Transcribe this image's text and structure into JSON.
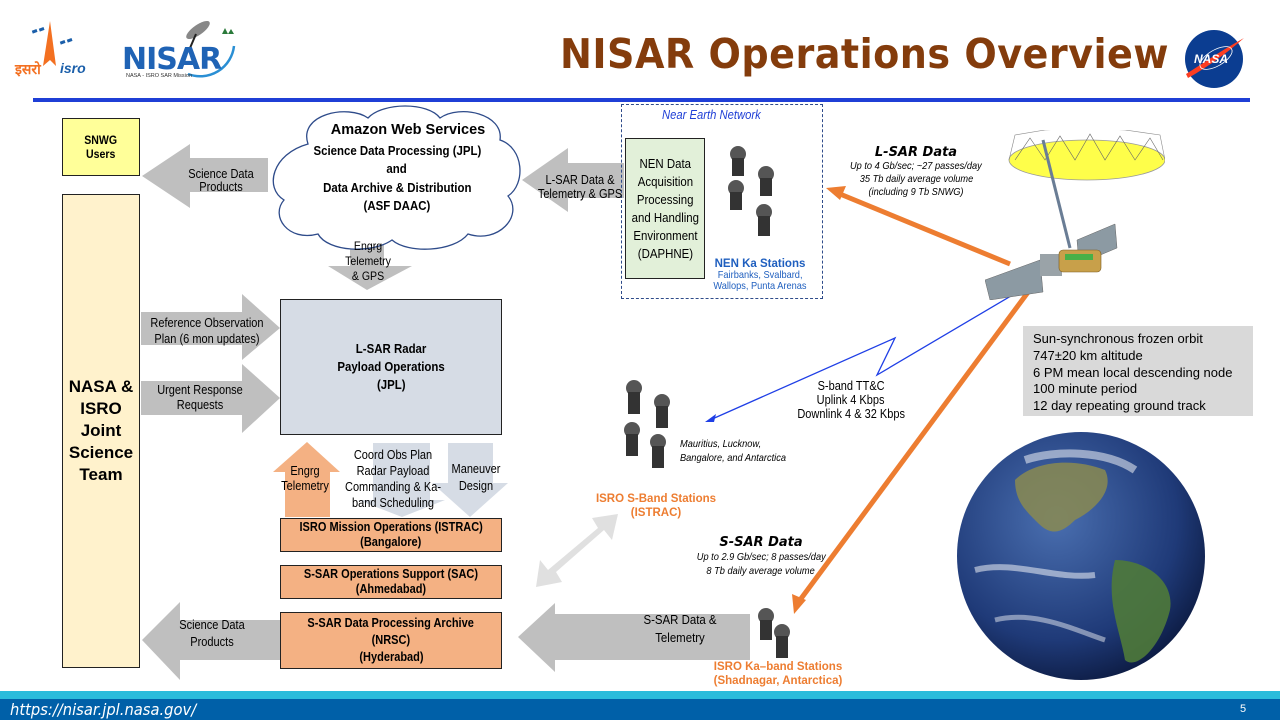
{
  "header": {
    "title": "NISAR Operations Overview",
    "isro_logo_hindi": "इसरो",
    "isro_logo_text": "isro",
    "nisar_logo_text": "NISAR",
    "nisar_logo_sub": "NASA - ISRO SAR Mission",
    "nasa_logo_text": "NASA"
  },
  "nodes": {
    "snwg": {
      "line1": "SNWG",
      "line2": "Users"
    },
    "science_team": {
      "lines": [
        "NASA &",
        "ISRO",
        "Joint",
        "Science",
        "Team"
      ]
    },
    "aws": {
      "title": "Amazon Web Services",
      "line1": "Science Data Processing (JPL)",
      "line2": "and",
      "line3": "Data Archive & Distribution",
      "line4": "(ASF DAAC)"
    },
    "nen": {
      "label": "Near Earth Network",
      "daphne_lines": [
        "NEN Data",
        "Acquisition",
        "Processing",
        "and Handling",
        "Environment",
        "(DAPHNE)"
      ],
      "stations_title": "NEN Ka Stations",
      "stations_line1": "Fairbanks, Svalbard,",
      "stations_line2": "Wallops, Punta Arenas"
    },
    "lsar_ops": {
      "line1": "L-SAR Radar",
      "line2": "Payload Operations",
      "line3": "(JPL)"
    },
    "istrac": {
      "line1": "ISRO Mission Operations (ISTRAC)",
      "line2": "(Bangalore)"
    },
    "sac": {
      "line1": "S-SAR Operations Support (SAC)",
      "line2": "(Ahmedabad)"
    },
    "nrsc": {
      "line1": "S-SAR Data Processing Archive",
      "line2": "(NRSC)",
      "line3": "(Hyderabad)"
    },
    "isro_sband": {
      "locations_line1": "Mauritius, Lucknow,",
      "locations_line2": "Bangalore, and Antarctica",
      "title": "ISRO S-Band Stations",
      "subtitle": "(ISTRAC)"
    },
    "isro_ka": {
      "title": "ISRO Ka–band Stations",
      "subtitle": "(Shadnagar, Antarctica)"
    }
  },
  "arrows": {
    "sci_products_top": {
      "line1": "Science Data",
      "line2": "Products"
    },
    "lsar_data": {
      "line1": "L-SAR Data &",
      "line2": "Telemetry & GPS"
    },
    "engrg_gps": {
      "line1": "Engrg",
      "line2": "Telemetry",
      "line3": "& GPS"
    },
    "ref_obs": {
      "line1": "Reference Observation",
      "line2": "Plan (6 mon updates)"
    },
    "urgent": {
      "line1": "Urgent Response",
      "line2": "Requests"
    },
    "engrg_tel": {
      "line1": "Engrg",
      "line2": "Telemetry"
    },
    "coord": {
      "line1": "Coord Obs Plan",
      "line2": "Radar Payload",
      "line3": "Commanding & Ka-",
      "line4": "band Scheduling"
    },
    "maneuver": {
      "line1": "Maneuver",
      "line2": "Design"
    },
    "sci_products_bottom": {
      "line1": "Science Data",
      "line2": "Products"
    },
    "ssar_data": {
      "line1": "S-SAR Data &",
      "line2": "Telemetry"
    }
  },
  "links": {
    "lsar": {
      "title": "L-SAR Data",
      "line1": "Up to 4 Gb/sec; ~27 passes/day",
      "line2": "35 Tb daily average volume",
      "line3": "(including 9 Tb SNWG)"
    },
    "ssar": {
      "title": "S-SAR Data",
      "line1": "Up to 2.9 Gb/sec; 8 passes/day",
      "line2": "8 Tb daily average volume"
    },
    "sband": {
      "line1": "S-band TT&C",
      "line2": "Uplink 4 Kbps",
      "line3": "Downlink 4 & 32 Kbps"
    }
  },
  "orbit": {
    "lines": [
      "Sun-synchronous frozen orbit",
      "747±20 km altitude",
      "6 PM mean local descending node",
      "100 minute period",
      "12 day repeating ground track"
    ]
  },
  "footer": {
    "url": "https://nisar.jpl.nasa.gov/",
    "page": "5"
  },
  "colors": {
    "title": "#843c0c",
    "accent_blue": "#1f3fd6",
    "link_orange": "#ed7d31",
    "footer_blue": "#0060a8",
    "footer_cyan": "#2bbcdc",
    "station_orange": "#ed7d31",
    "nen_blue": "#1f5fbf"
  }
}
